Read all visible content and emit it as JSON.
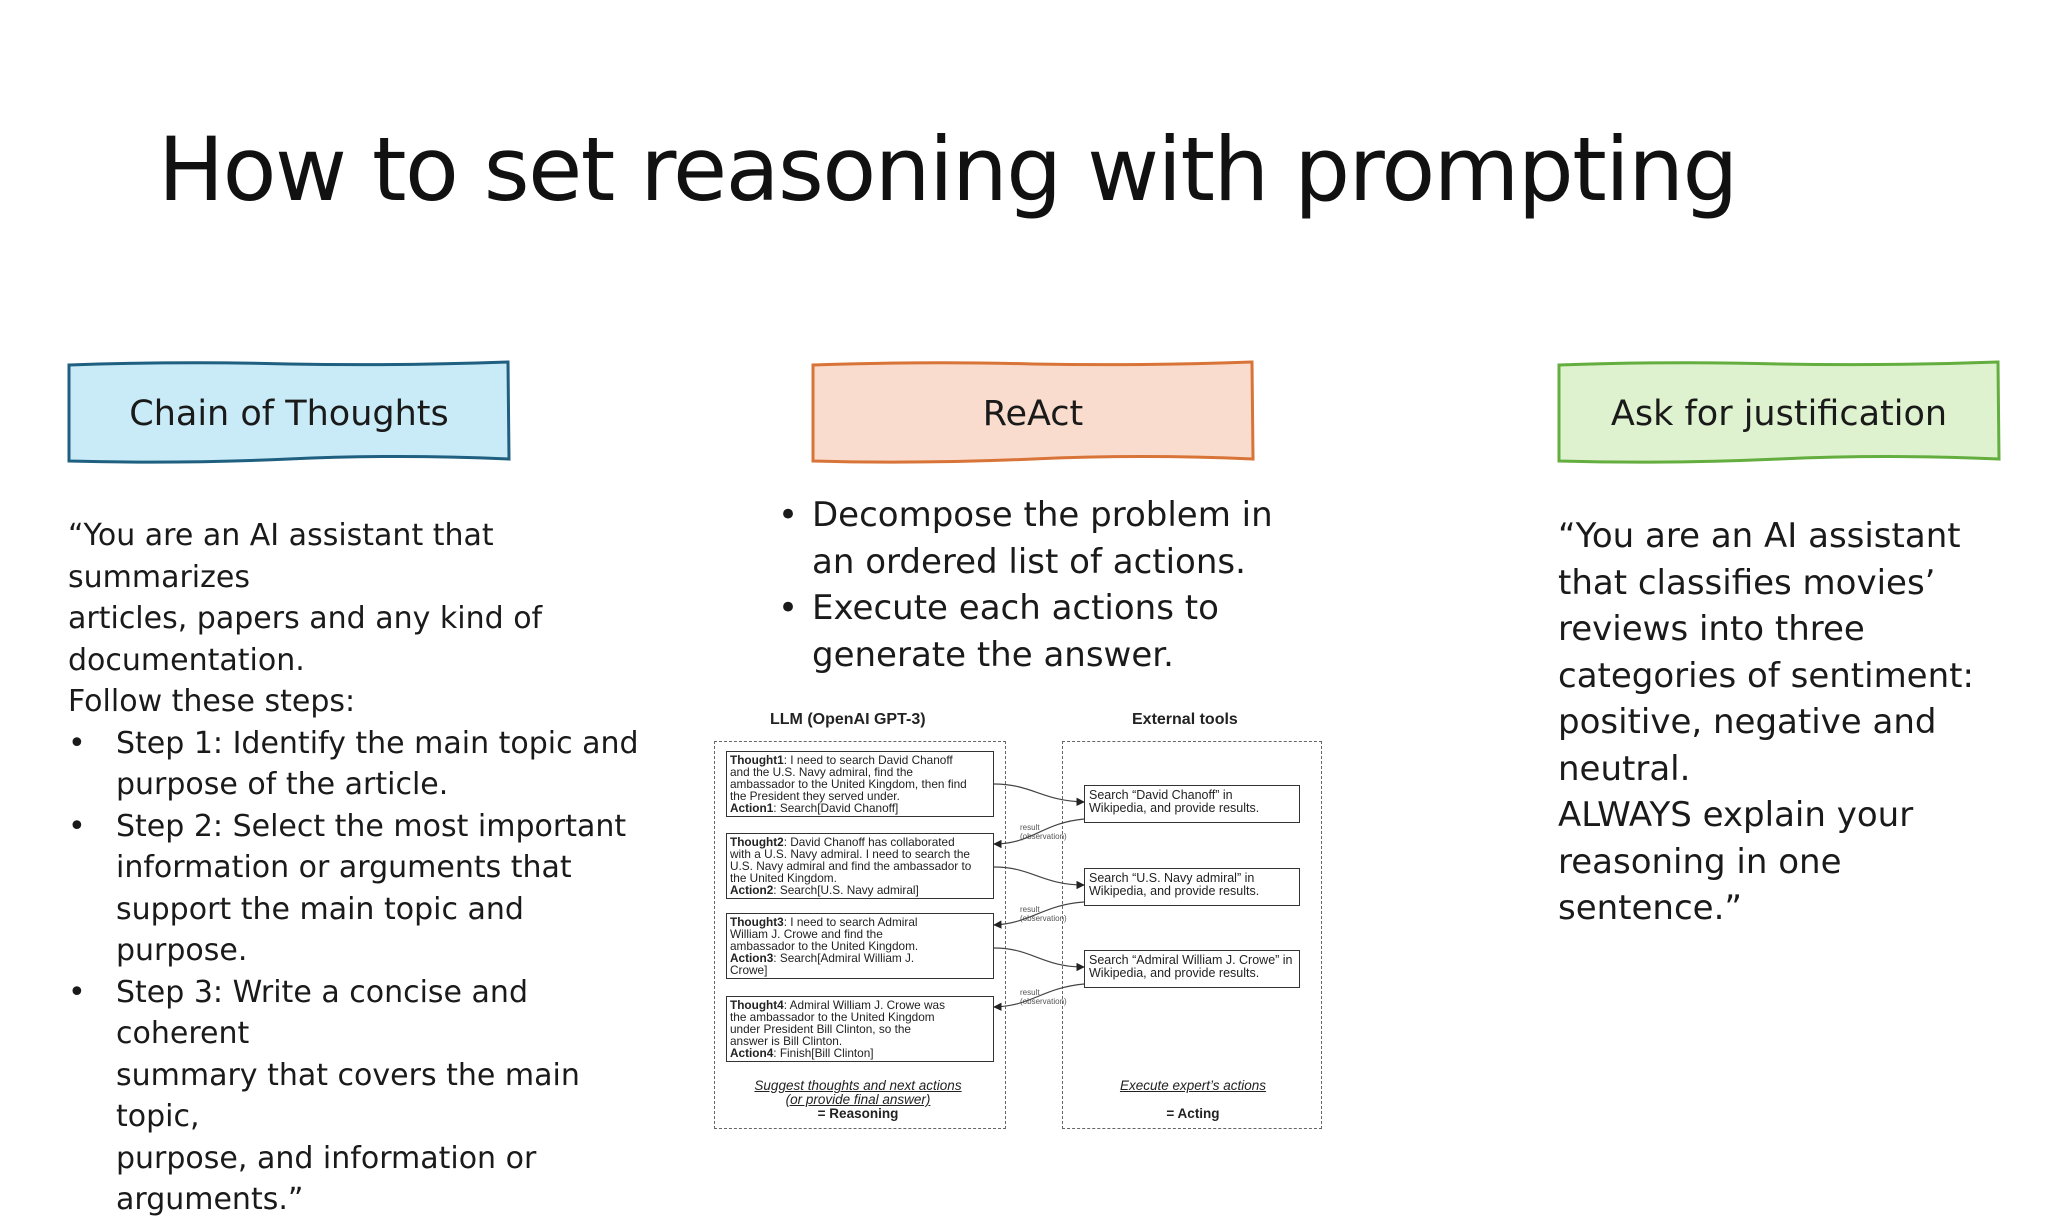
{
  "slide": {
    "title": "How to set reasoning with prompting"
  },
  "columns": [
    {
      "label": "Chain of Thoughts",
      "fill": "#c8ebf7",
      "stroke": "#1f5f80"
    },
    {
      "label": "ReAct",
      "fill": "#f9dccd",
      "stroke": "#d87438"
    },
    {
      "label": "Ask for justification",
      "fill": "#dff2cf",
      "stroke": "#63ae3f"
    }
  ],
  "cot": {
    "intro_lines": [
      "“You are an AI assistant that summarizes",
      "articles, papers and any kind of",
      "documentation.",
      "Follow these steps:"
    ],
    "steps": [
      [
        "Step 1: Identify the main topic and",
        "purpose of the article."
      ],
      [
        "Step 2: Select the most important",
        "information or arguments that",
        "support the main topic and purpose."
      ],
      [
        "Step 3: Write a concise and coherent",
        "summary that covers the main topic,",
        "purpose, and information or",
        "arguments.”"
      ]
    ]
  },
  "react": {
    "bullets": [
      [
        "Decompose the problem in",
        "an ordered list of actions."
      ],
      [
        "Execute each actions to",
        "generate the answer."
      ]
    ],
    "figure": {
      "left_header": "LLM (OpenAI GPT-3)",
      "right_header": "External tools",
      "thoughts": [
        {
          "tlabel": "Thought1",
          "tlines": [
            ": I need to search David Chanoff",
            "and the U.S. Navy admiral, find the",
            "ambassador to the United Kingdom, then find",
            "the President they served under."
          ],
          "alabel": "Action1",
          "atext": ": Search[David Chanoff]"
        },
        {
          "tlabel": "Thought2",
          "tlines": [
            ": David Chanoff has collaborated",
            "with a U.S. Navy admiral. I need to search the",
            "U.S. Navy admiral and find the ambassador to",
            "the United Kingdom."
          ],
          "alabel": "Action2",
          "atext": ": Search[U.S. Navy admiral]"
        },
        {
          "tlabel": "Thought3",
          "tlines": [
            ": I need to search Admiral",
            "William J. Crowe and find the",
            "ambassador to the United Kingdom."
          ],
          "alabel": "Action3",
          "atext": ": Search[Admiral William J.",
          "atext2": "Crowe]"
        },
        {
          "tlabel": "Thought4",
          "tlines": [
            ": Admiral William J. Crowe was",
            "the ambassador to the United Kingdom",
            "under President Bill Clinton, so the",
            "answer is Bill Clinton."
          ],
          "alabel": "Action4",
          "atext": ": Finish[Bill Clinton]"
        }
      ],
      "tools": [
        [
          "Search “David Chanoff” in",
          "Wikipedia, and provide results."
        ],
        [
          "Search “U.S. Navy admiral” in",
          "Wikipedia, and provide results."
        ],
        [
          "Search “Admiral William J. Crowe” in",
          "Wikipedia, and provide results."
        ]
      ],
      "observation_lines": [
        "result",
        "(observation)"
      ],
      "left_footer_lines": [
        "Suggest thoughts and next actions",
        "(or provide final answer)"
      ],
      "left_footer_eq": "= Reasoning",
      "right_footer": "Execute expert’s actions",
      "right_footer_eq": "= Acting"
    }
  },
  "justification": {
    "lines": [
      "“You are an AI assistant",
      "that classifies movies’",
      "reviews into three",
      "categories of sentiment:",
      "positive, negative and",
      "neutral.",
      "ALWAYS explain your",
      "reasoning in one",
      "sentence.”"
    ]
  }
}
